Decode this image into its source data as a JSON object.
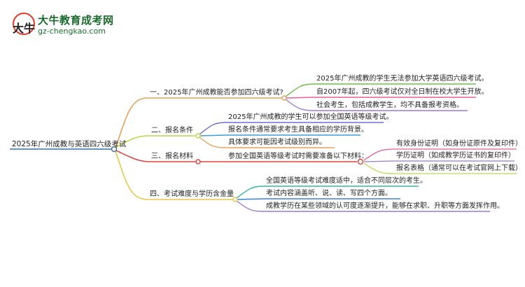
{
  "brand": {
    "mark_text": "大牛",
    "title": "大牛教育成考网",
    "url": "gz-chengkao.com"
  },
  "mindmap": {
    "root": "2025年广州成教与英语四六级考试",
    "branches": [
      {
        "label": "一、2025年广州成教能否参加四六级考试?",
        "color": "#e6a15b",
        "children": [
          {
            "label": "2025年广州成教的学生无法参加大学英语四六级考试。",
            "color": "#6fbf4a"
          },
          {
            "label": "自2007年起，四六级考试仅对全日制在校大学生开放。",
            "color": "#e75b9c"
          },
          {
            "label": "社会考生，包括成教学生，均不具备报考资格。",
            "color": "#9b7ad1"
          }
        ]
      },
      {
        "label": "二、报名条件",
        "color": "#b9d94a",
        "children": [
          {
            "label": "2025年广州成教的学生可以参加全国英语等级考试。",
            "color": "#6f6fd8"
          },
          {
            "label": "报名条件通常要求考生具备相应的学历背景。",
            "color": "#3f9ed8"
          },
          {
            "label": "具体要求可能因考试级别而异。",
            "color": "#e6a15b"
          }
        ]
      },
      {
        "label": "三、报名材料",
        "color": "#e2463e",
        "children": [
          {
            "label": "参加全国英语等级考试时需要准备以下材料：",
            "color": "#e2463e",
            "children": [
              {
                "label": "有效身份证明（如身份证原件及复印件）",
                "color": "#e75b9c"
              },
              {
                "label": "学历证明（如成教学历证书的复印件）",
                "color": "#9b7ad1"
              },
              {
                "label": "报名表格（通常可以在考试官网上下载）",
                "color": "#b9d94a"
              }
            ]
          }
        ]
      },
      {
        "label": "四、考试难度与学历含金量",
        "color": "#e6c84a",
        "children": [
          {
            "label": "全国英语等级考试难度适中，适合不同层次的考生。",
            "color": "#36b5a8"
          },
          {
            "label": "考试内容涵盖听、说、读、写四个方面。",
            "color": "#3f7fd8"
          },
          {
            "label": "成教学历在某些领域的认可度逐渐提升，能够在求职、升职等方面发挥作用。",
            "color": "#9b7ad1"
          }
        ]
      }
    ]
  },
  "colors": {
    "root_line": "#3e6fa8",
    "brand": "#1a6b2d",
    "mark": "#e23b2d"
  }
}
